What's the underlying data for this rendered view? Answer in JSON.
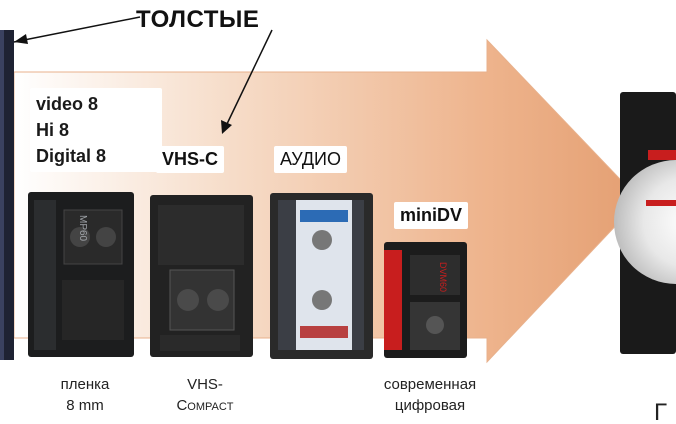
{
  "callout": {
    "text": "ТОЛСТЫЕ"
  },
  "formats_group": {
    "lines": [
      "video 8",
      "Hi 8",
      "Digital 8"
    ]
  },
  "tags": {
    "vhsc": "VHS-C",
    "audio": "АУДИО",
    "minidv": "miniDV"
  },
  "captions": {
    "film_line1": "пленка",
    "film_line2": "8 mm",
    "vhs_line1": "VHS-",
    "vhs_line2": "Compact",
    "modern_line1": "современная",
    "modern_line2": "цифровая"
  },
  "cassette_labels": {
    "video8": "MP60",
    "minidv": "DVM60"
  },
  "colors": {
    "arrow": "#e9ad83",
    "arrow_edge": "#d9956a",
    "accent_red": "#c81e1e",
    "dark": "#1b1b1b"
  }
}
